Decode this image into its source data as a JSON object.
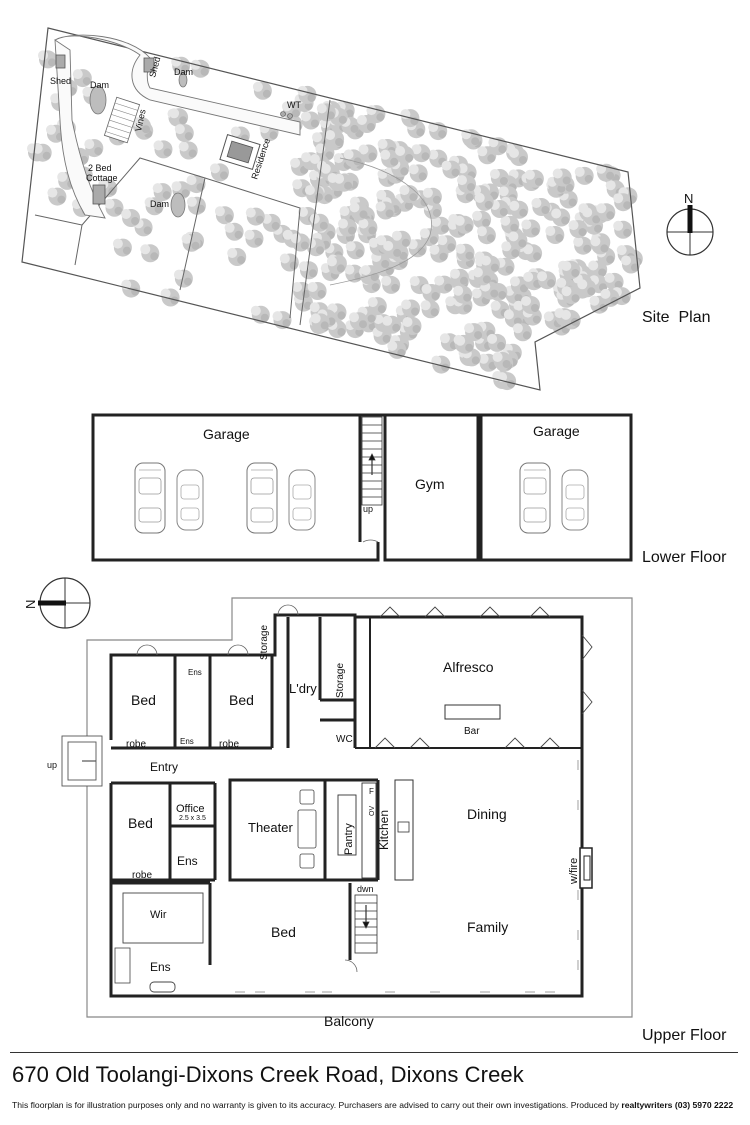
{
  "site_plan": {
    "caption": "Site  Plan",
    "labels": {
      "shed_a": "Shed",
      "shed_b": "Shed",
      "dam_a": "Dam",
      "dam_b": "Dam",
      "dam_c": "Dam",
      "vines": "Vines",
      "cottage_l1": "2 Bed",
      "cottage_l2": "Cottage",
      "residence": "Residence",
      "wt": "WT"
    },
    "north": "N"
  },
  "lower_floor": {
    "caption": "Lower Floor",
    "rooms": {
      "garage_left": "Garage",
      "garage_right": "Garage",
      "gym": "Gym",
      "up": "up"
    }
  },
  "upper_floor": {
    "caption": "Upper Floor",
    "north": "N",
    "rooms": {
      "bed_1": "Bed",
      "bed_2": "Bed",
      "bed_3": "Bed",
      "bed_main": "Bed",
      "ens_1": "Ens",
      "ens_2": "Ens",
      "ens_3": "Ens",
      "ens_main": "Ens",
      "robe_1": "robe",
      "robe_2": "robe",
      "robe_3": "robe",
      "storage_1": "Storage",
      "storage_2": "Storage",
      "laundry": "L'dry",
      "wc": "WC",
      "alfresco": "Alfresco",
      "bar": "Bar",
      "entry": "Entry",
      "up": "up",
      "office": "Office",
      "office_size": "2.5 x 3.5",
      "theater": "Theater",
      "pantry": "Pantry",
      "kitchen": "Kitchen",
      "ov": "OV",
      "f": "F",
      "dining": "Dining",
      "family": "Family",
      "fire": "w/fire",
      "wir": "Wir",
      "dwn": "dwn",
      "balcony": "Balcony"
    }
  },
  "footer": {
    "address": "670 Old Toolangi-Dixons Creek Road, Dixons Creek",
    "disclaimer": "This floorplan is for illustration purposes only and no warranty is given to its accuracy. Purchasers are advised to carry out their own investigations. Produced by",
    "producer": "realtywriters (03) 5970 2222"
  }
}
